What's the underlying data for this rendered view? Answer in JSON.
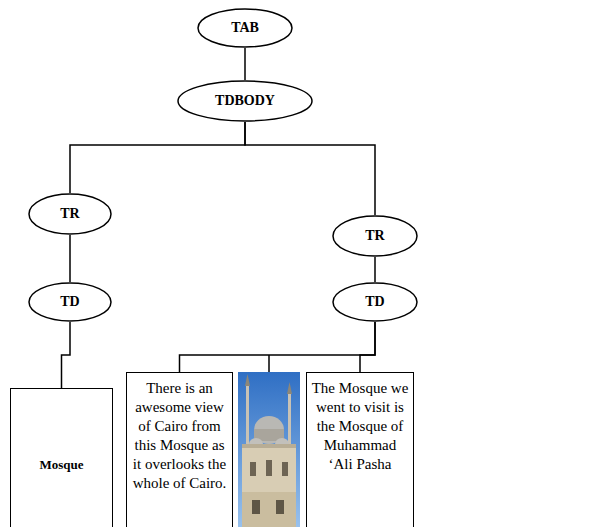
{
  "diagram": {
    "nodes": [
      {
        "text": [
          "TAB"
        ]
      },
      {
        "text": [
          "TDBODY"
        ]
      },
      {
        "text": [
          "TR"
        ]
      },
      {
        "text": [
          "TR"
        ]
      },
      {
        "text": [
          "TD"
        ]
      },
      {
        "text": [
          "TD"
        ]
      },
      {
        "text": [
          "Mosque"
        ]
      },
      {
        "text": [
          "There is an awesome view of Cairo from this Mosque as it overlooks the whole of Cairo."
        ]
      },
      {
        "text": [
          "The Mosque we went to visit is the Mosque of Muhammad ‘Ali Pasha"
        ]
      }
    ],
    "edges": [
      {
        "from": 0,
        "to": 1,
        "arrow": "none"
      },
      {
        "from": 1,
        "to": 2,
        "arrow": "none"
      },
      {
        "from": 1,
        "to": 3,
        "arrow": "none"
      },
      {
        "from": 2,
        "to": 4,
        "arrow": "none"
      },
      {
        "from": 3,
        "to": 5,
        "arrow": "none"
      },
      {
        "from": 4,
        "to": 6,
        "arrow": "none"
      },
      {
        "from": 5,
        "to": 7,
        "arrow": "none"
      },
      {
        "from": 5,
        "to": 8,
        "arrow": "none"
      }
    ]
  }
}
